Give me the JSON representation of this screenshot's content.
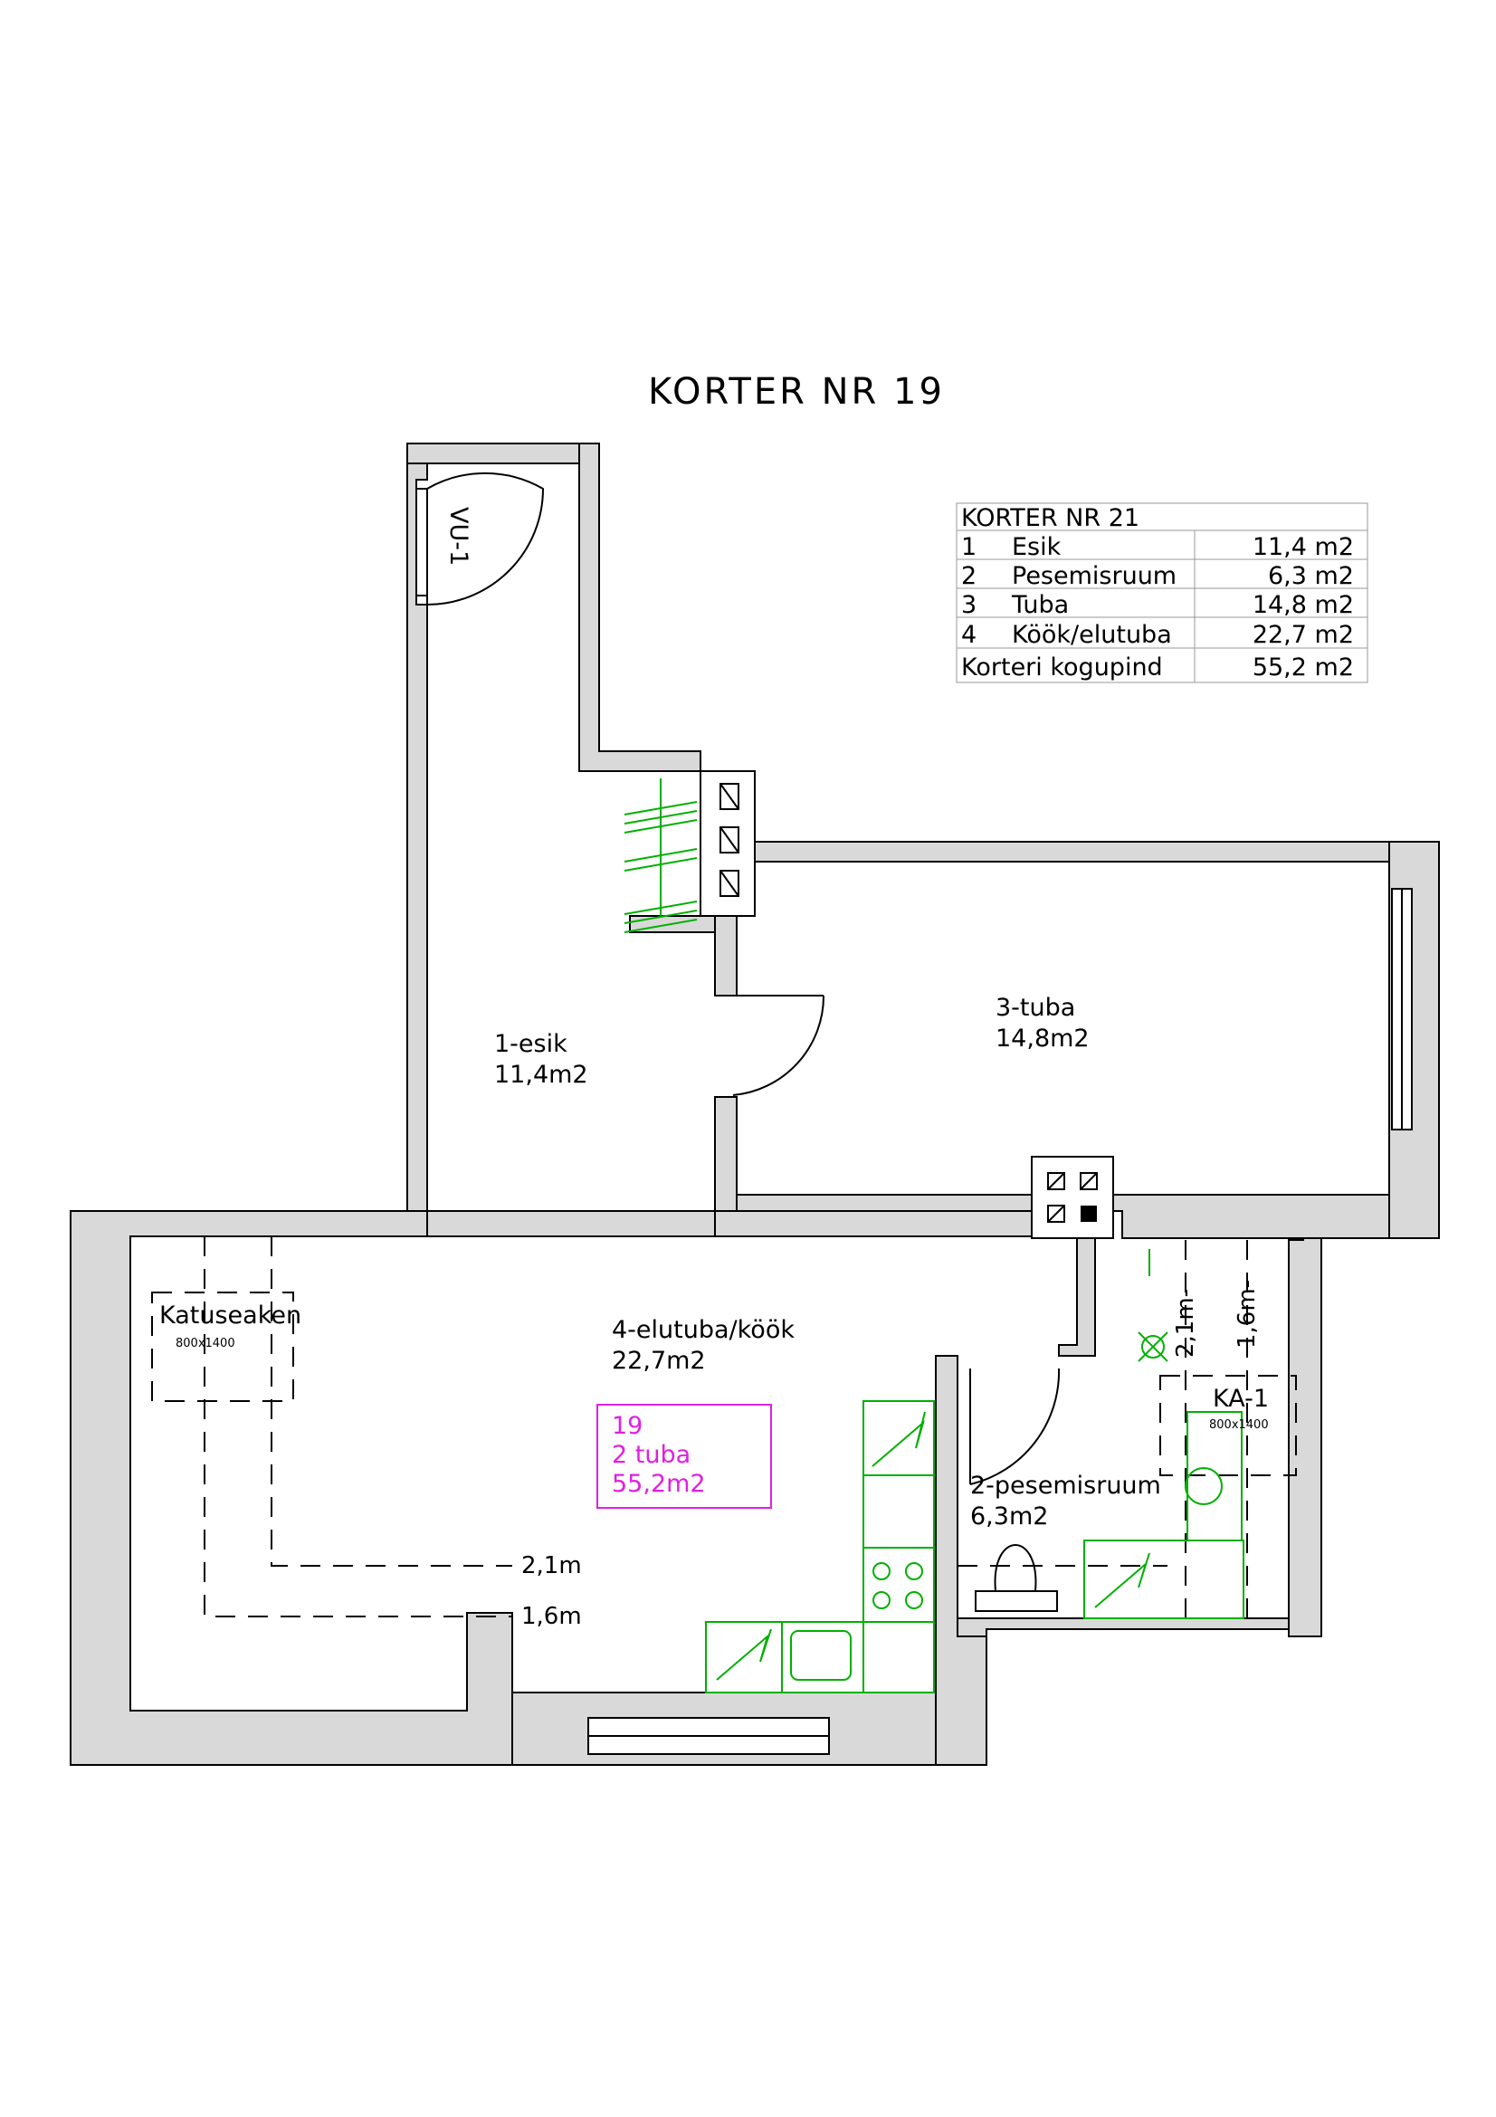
{
  "title": "KORTER NR 19",
  "area_table": {
    "header": "KORTER NR 21",
    "rows": [
      {
        "nr": "1",
        "name": "Esik",
        "area": "11,4 m2"
      },
      {
        "nr": "2",
        "name": "Pesemisruum",
        "area": "6,3 m2"
      },
      {
        "nr": "3",
        "name": "Tuba",
        "area": "14,8 m2"
      },
      {
        "nr": "4",
        "name": "Köök/elutuba",
        "area": "22,7 m2"
      }
    ],
    "total": {
      "name": "Korteri kogupind",
      "area": "55,2 m2"
    }
  },
  "rooms": {
    "esik": {
      "name": "1-esik",
      "area": "11,4m2"
    },
    "tuba": {
      "name": "3-tuba",
      "area": "14,8m2"
    },
    "elutuba": {
      "name": "4-elutuba/köök",
      "area": "22,7m2"
    },
    "pesemisruum": {
      "name": "2-pesemisruum",
      "area": "6,3m2"
    }
  },
  "summary_box": {
    "line1": "19",
    "line2": "2 tuba",
    "line3": "55,2m2"
  },
  "labels": {
    "door_vu": "VU-1",
    "roof_window": "Katuseaken",
    "roof_window_size": "800x1400",
    "ka_window": "KA-1",
    "ka_window_size": "800x1400",
    "height_21": "2,1m",
    "height_16": "1,6m",
    "height_21_v": "2,1m-",
    "height_16_v": "1,6m-"
  },
  "colors": {
    "wall_fill": "#d9d9d9",
    "fixture": "#00b000",
    "summary": "#e020e0"
  }
}
